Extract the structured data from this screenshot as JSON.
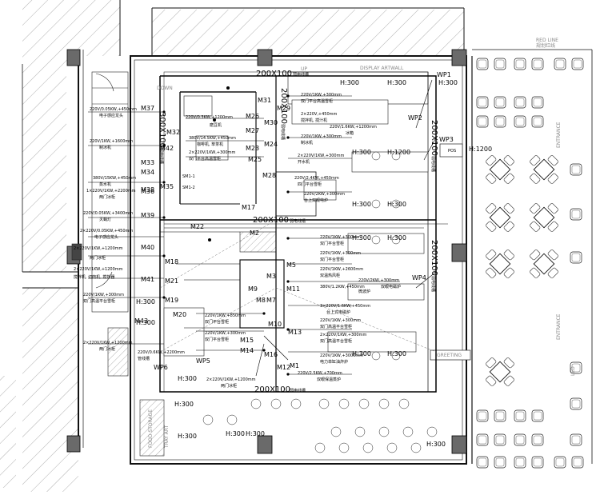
{
  "labels": {
    "corner_note_top": "RED LINE",
    "corner_note_sub": "规划红线",
    "artwall": "DISPLAY ARTWALL",
    "entrance_top": "ENTRANCE",
    "entrance_mid": "ENTRANCE",
    "greeting": "GREETING",
    "pos": "POS",
    "food_storage": "FOOD STORAGE",
    "tray_area": "TRAY ART",
    "down": "DOWN",
    "up": "UP",
    "led": "LED"
  },
  "trunking": [
    {
      "id": "t1",
      "text": "200X100",
      "sub": "弱电线槽"
    },
    {
      "id": "t2",
      "text": "200X100",
      "sub": "弱电线槽"
    },
    {
      "id": "t3",
      "text": "200X100",
      "sub": "弱电线槽"
    },
    {
      "id": "t4",
      "text": "200X100",
      "sub": "弱电线槽"
    },
    {
      "id": "t5",
      "text": "200X100",
      "sub": "弱电线槽"
    },
    {
      "id": "t6",
      "text": "300X100",
      "sub": "弱电线槽"
    },
    {
      "id": "t7",
      "text": "200X100",
      "sub": "弱电线槽"
    }
  ],
  "heights": [
    {
      "id": "h1",
      "text": "H:300"
    },
    {
      "id": "h2",
      "text": "H:300"
    },
    {
      "id": "h3",
      "text": "H:300"
    },
    {
      "id": "h4",
      "text": "H:300"
    },
    {
      "id": "h5",
      "text": "H:1200"
    },
    {
      "id": "h6",
      "text": "H:300"
    },
    {
      "id": "h7",
      "text": "H:300"
    },
    {
      "id": "h8",
      "text": "H:300"
    },
    {
      "id": "h9",
      "text": "H:300"
    },
    {
      "id": "h10",
      "text": "H:300"
    },
    {
      "id": "h11",
      "text": "H:1200"
    },
    {
      "id": "h12",
      "text": "H:300"
    },
    {
      "id": "h13",
      "text": "H:300"
    },
    {
      "id": "h14",
      "text": "H:300"
    },
    {
      "id": "h15",
      "text": "H:300"
    },
    {
      "id": "h16",
      "text": "H:300"
    },
    {
      "id": "h17",
      "text": "H:300"
    },
    {
      "id": "h18",
      "text": "H:300"
    },
    {
      "id": "h19",
      "text": "H:300"
    },
    {
      "id": "h20",
      "text": "H:300"
    }
  ],
  "wall_points": [
    {
      "id": "wp1",
      "text": "WP1"
    },
    {
      "id": "wp2",
      "text": "WP2"
    },
    {
      "id": "wp3",
      "text": "WP3"
    },
    {
      "id": "wp4",
      "text": "WP4"
    },
    {
      "id": "wp5",
      "text": "WP5"
    },
    {
      "id": "wp6",
      "text": "WP6"
    }
  ],
  "outlets": [
    {
      "id": "m7",
      "text": "M7"
    },
    {
      "id": "m8",
      "text": "M8"
    },
    {
      "id": "m9",
      "text": "M9"
    },
    {
      "id": "m10",
      "text": "M10"
    },
    {
      "id": "m11",
      "text": "M11"
    },
    {
      "id": "m12",
      "text": "M12"
    },
    {
      "id": "m13",
      "text": "M13"
    },
    {
      "id": "m14",
      "text": "M14"
    },
    {
      "id": "m15",
      "text": "M15"
    },
    {
      "id": "m16",
      "text": "M16"
    },
    {
      "id": "m17",
      "text": "M17"
    },
    {
      "id": "m18",
      "text": "M18"
    },
    {
      "id": "m19",
      "text": "M19"
    },
    {
      "id": "m20",
      "text": "M20"
    },
    {
      "id": "m21",
      "text": "M21"
    },
    {
      "id": "m22",
      "text": "M22"
    },
    {
      "id": "m23",
      "text": "M23"
    },
    {
      "id": "m24",
      "text": "M24"
    },
    {
      "id": "m25",
      "text": "M25"
    },
    {
      "id": "m26",
      "text": "M26"
    },
    {
      "id": "m27",
      "text": "M27"
    },
    {
      "id": "m28",
      "text": "M28"
    },
    {
      "id": "m29",
      "text": "M29"
    },
    {
      "id": "m30",
      "text": "M30"
    },
    {
      "id": "m31",
      "text": "M31"
    },
    {
      "id": "m32",
      "text": "M32"
    },
    {
      "id": "m33",
      "text": "M33"
    },
    {
      "id": "m34",
      "text": "M34"
    },
    {
      "id": "m35",
      "text": "M35"
    },
    {
      "id": "m36",
      "text": "M36"
    },
    {
      "id": "m37",
      "text": "M37"
    },
    {
      "id": "m38",
      "text": "M38"
    },
    {
      "id": "m39",
      "text": "M39"
    },
    {
      "id": "m40",
      "text": "M40"
    },
    {
      "id": "m41",
      "text": "M41"
    },
    {
      "id": "m42",
      "text": "M42"
    },
    {
      "id": "m43",
      "text": "M43"
    },
    {
      "id": "m1",
      "text": "M1"
    },
    {
      "id": "m2",
      "text": "M2"
    },
    {
      "id": "m3",
      "text": "M3"
    },
    {
      "id": "m5",
      "text": "M5"
    },
    {
      "id": "sm1",
      "text": "SM1-1"
    },
    {
      "id": "sm2",
      "text": "SM1-2"
    }
  ],
  "notes": [
    {
      "id": "n1",
      "text": "220V/0.05KW,+450mm"
    },
    {
      "id": "n2",
      "text": "电子感应龙头"
    },
    {
      "id": "n3",
      "text": "220V/1KW,+1600mm"
    },
    {
      "id": "n4",
      "text": "制冰机"
    },
    {
      "id": "n5",
      "text": "380V/15KW,+450mm"
    },
    {
      "id": "n6",
      "text": "蒸水机"
    },
    {
      "id": "n7",
      "text": "1×220V/1KW,+2200mm"
    },
    {
      "id": "n8",
      "text": "两门冰柜"
    },
    {
      "id": "n9",
      "text": "220V/0.05KW,+3400mm"
    },
    {
      "id": "n10",
      "text": "灭蝇灯"
    },
    {
      "id": "n11",
      "text": "2×220V/0.05KW,+450mm"
    },
    {
      "id": "n12",
      "text": "电子感应龙头"
    },
    {
      "id": "n13",
      "text": "2×220V/1KW,+1200mm"
    },
    {
      "id": "n14",
      "text": "两门冰柜"
    },
    {
      "id": "n15",
      "text": "2×220V/1KW,+1200mm"
    },
    {
      "id": "n16",
      "text": "搅拌机, 切肉机, 搅拌器"
    },
    {
      "id": "n17",
      "text": "220V/1KW,+300mm"
    },
    {
      "id": "n18",
      "text": "双门高温平台雪柜"
    },
    {
      "id": "n19",
      "text": "2×220V/1KW,+1200mm"
    },
    {
      "id": "n20",
      "text": "两门冰柜"
    },
    {
      "id": "n21",
      "text": "220V/0.3KW,+1200mm"
    },
    {
      "id": "n22",
      "text": "磨豆机"
    },
    {
      "id": "n23",
      "text": "380V/14.5KW,+450mm"
    },
    {
      "id": "n24",
      "text": "咖啡机, 萃茶机"
    },
    {
      "id": "n25",
      "text": "2×220V/1KW,+300mm"
    },
    {
      "id": "n26",
      "text": "双门平台高温雪柜"
    },
    {
      "id": "n27",
      "text": "220V/1KW,+300mm"
    },
    {
      "id": "n28",
      "text": "双门平台高温雪柜"
    },
    {
      "id": "n29",
      "text": "2×220V,+450mm"
    },
    {
      "id": "n30",
      "text": "搅拌机, 搅汁机"
    },
    {
      "id": "n31",
      "text": "220V/1.6KW,+1200mm"
    },
    {
      "id": "n32",
      "text": "冰箱"
    },
    {
      "id": "n33",
      "text": "220V/1KW,+300mm"
    },
    {
      "id": "n34",
      "text": "制冰机"
    },
    {
      "id": "n35",
      "text": "2×220V/1KW,+300mm"
    },
    {
      "id": "n36",
      "text": "开水机"
    },
    {
      "id": "n37",
      "text": "220V/2.4KW,+450mm"
    },
    {
      "id": "n38",
      "text": "四门平台雪柜"
    },
    {
      "id": "n39",
      "text": "220V/2KW,+300mm"
    },
    {
      "id": "n40",
      "text": "台上双眼电炉"
    },
    {
      "id": "n41",
      "text": "220V/1KW,+300mm"
    },
    {
      "id": "n42",
      "text": "双门平台雪柜"
    },
    {
      "id": "n43",
      "text": "220V/1KW,+300mm"
    },
    {
      "id": "n44",
      "text": "双门平台雪柜"
    },
    {
      "id": "n45",
      "text": "220V/1KW,+2600mm"
    },
    {
      "id": "n46",
      "text": "双温热风柜"
    },
    {
      "id": "n47",
      "text": "220V/2KW,+300mm"
    },
    {
      "id": "n48",
      "text": "双眼电磁炉"
    },
    {
      "id": "n49",
      "text": "380V/1.2KW,+450mm"
    },
    {
      "id": "n50",
      "text": "微波炉"
    },
    {
      "id": "n51",
      "text": "3×220V/1.6KW,+450mm"
    },
    {
      "id": "n52",
      "text": "台上式电磁炉"
    },
    {
      "id": "n53",
      "text": "220V/1KW,+300mm"
    },
    {
      "id": "n54",
      "text": "双门高温平台雪柜"
    },
    {
      "id": "n55",
      "text": "2×220V/1KW,+300mm"
    },
    {
      "id": "n56",
      "text": "双门高温平台雪柜"
    },
    {
      "id": "n57",
      "text": "220V/1KW,+3000mm"
    },
    {
      "id": "n58",
      "text": "电力单缸油炸炉"
    },
    {
      "id": "n59",
      "text": "220V/2.5KW,+700mm"
    },
    {
      "id": "n60",
      "text": "双眼保温蒸炉"
    },
    {
      "id": "n61",
      "text": "220V/1KW,+850mm"
    },
    {
      "id": "n62",
      "text": "双门平台雪柜"
    },
    {
      "id": "n63",
      "text": "220V/1KW,+300mm"
    },
    {
      "id": "n64",
      "text": "双门平台雪柜"
    },
    {
      "id": "n65",
      "text": "220V/0.6KW,+2200mm"
    },
    {
      "id": "n66",
      "text": "管线槽"
    },
    {
      "id": "n67",
      "text": "2×220V/1KW,+1200mm"
    },
    {
      "id": "n68",
      "text": "两门冰柜"
    }
  ]
}
